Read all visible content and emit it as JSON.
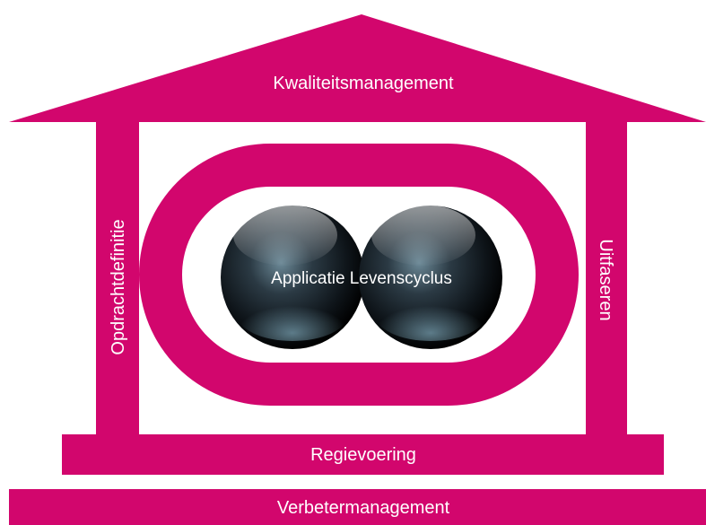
{
  "colors": {
    "accent": "#d2066d",
    "text": "#ffffff",
    "background": "#ffffff"
  },
  "roof": {
    "label": "Kwaliteitsmanagement"
  },
  "left_pillar": {
    "label": "Opdrachtdefinitie"
  },
  "right_pillar": {
    "label": "Uitfaseren"
  },
  "center": {
    "label": "Applicatie Levenscyclus"
  },
  "base": {
    "label": "Regievoering"
  },
  "foundation": {
    "label": "Verbetermanagement"
  }
}
